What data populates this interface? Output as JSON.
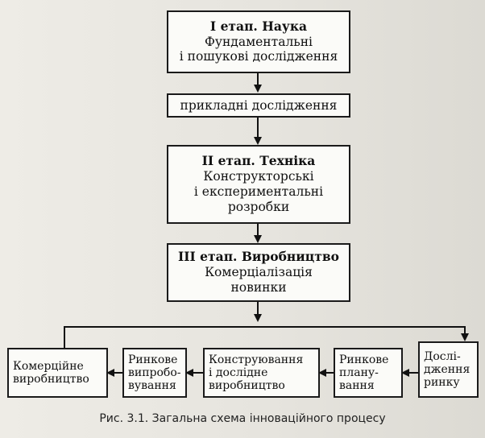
{
  "stages": [
    {
      "title": "I етап. Наука",
      "lines": [
        "Фундаментальні",
        "і пошукові дослідження"
      ]
    },
    {
      "lines": [
        "прикладні дослідження"
      ]
    },
    {
      "title": "II етап. Техніка",
      "lines": [
        "Конструкторські",
        "і експериментальні",
        "розробки"
      ]
    },
    {
      "title": "III етап. Виробництво",
      "lines": [
        "Комерціалізація",
        "новинки"
      ]
    }
  ],
  "bottom_row": [
    {
      "lines": [
        "Комерційне",
        "виробництво"
      ]
    },
    {
      "lines": [
        "Ринкове",
        "випробо-",
        "вування"
      ]
    },
    {
      "lines": [
        "Конструювання",
        "і дослідне",
        "виробництво"
      ]
    },
    {
      "lines": [
        "Ринкове",
        "плану-",
        "вання"
      ]
    },
    {
      "lines": [
        "Дослі-",
        "дження",
        "ринку"
      ]
    }
  ],
  "caption": "Рис. 3.1. Загальна схема інноваційного процесу"
}
